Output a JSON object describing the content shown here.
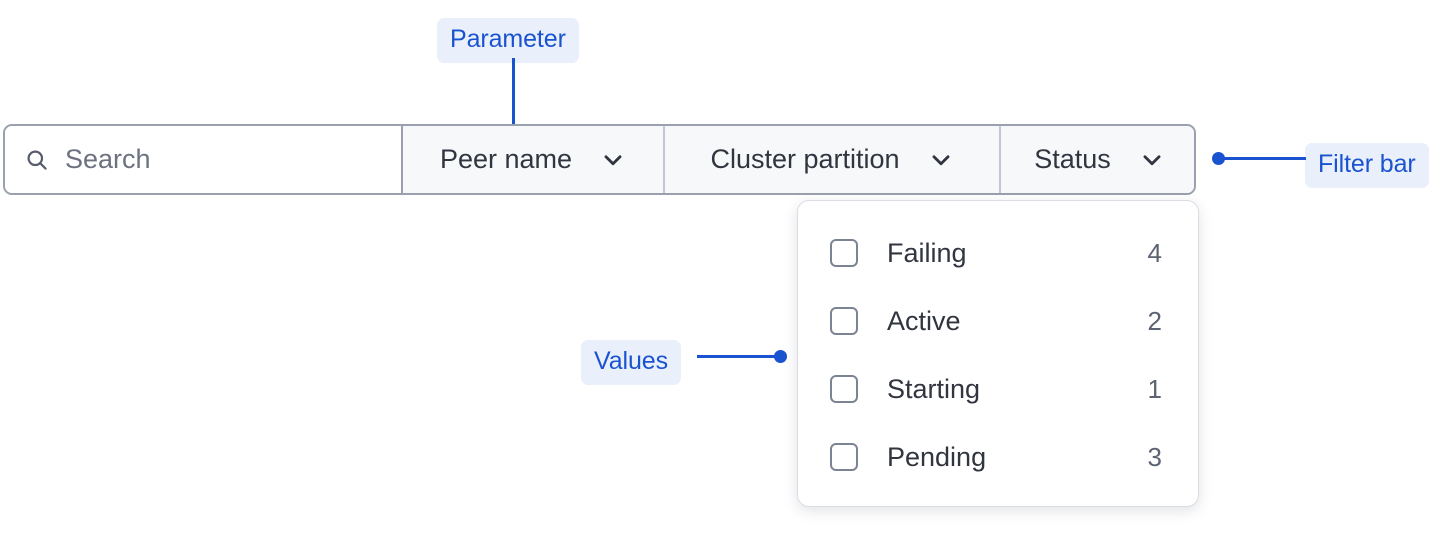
{
  "annotations": [
    {
      "id": "parameter",
      "label": "Parameter"
    },
    {
      "id": "values",
      "label": "Values"
    },
    {
      "id": "filter_bar",
      "label": "Filter bar"
    }
  ],
  "filter_bar": {
    "search": {
      "placeholder": "Search",
      "value": "",
      "icon": "search-icon"
    },
    "segments": [
      {
        "label": "Peer name",
        "icon": "chevron-down-icon",
        "active": true
      },
      {
        "label": "Cluster partition",
        "icon": "chevron-down-icon",
        "active": false
      },
      {
        "label": "Status",
        "icon": "chevron-down-icon",
        "active": false
      }
    ]
  },
  "dropdown": {
    "open_for": "Status",
    "options": [
      {
        "label": "Failing",
        "count": "4",
        "checked": false
      },
      {
        "label": "Active",
        "count": "2",
        "checked": false
      },
      {
        "label": "Starting",
        "count": "1",
        "checked": false
      },
      {
        "label": "Pending",
        "count": "3",
        "checked": false
      }
    ]
  },
  "colors": {
    "annotation_text": "#1a53d0",
    "annotation_bg": "#eaf0fb",
    "bar_border": "#9aa0ae",
    "segment_bg": "#f7f8f9",
    "text": "#31353f",
    "muted_text": "#5c6372"
  }
}
